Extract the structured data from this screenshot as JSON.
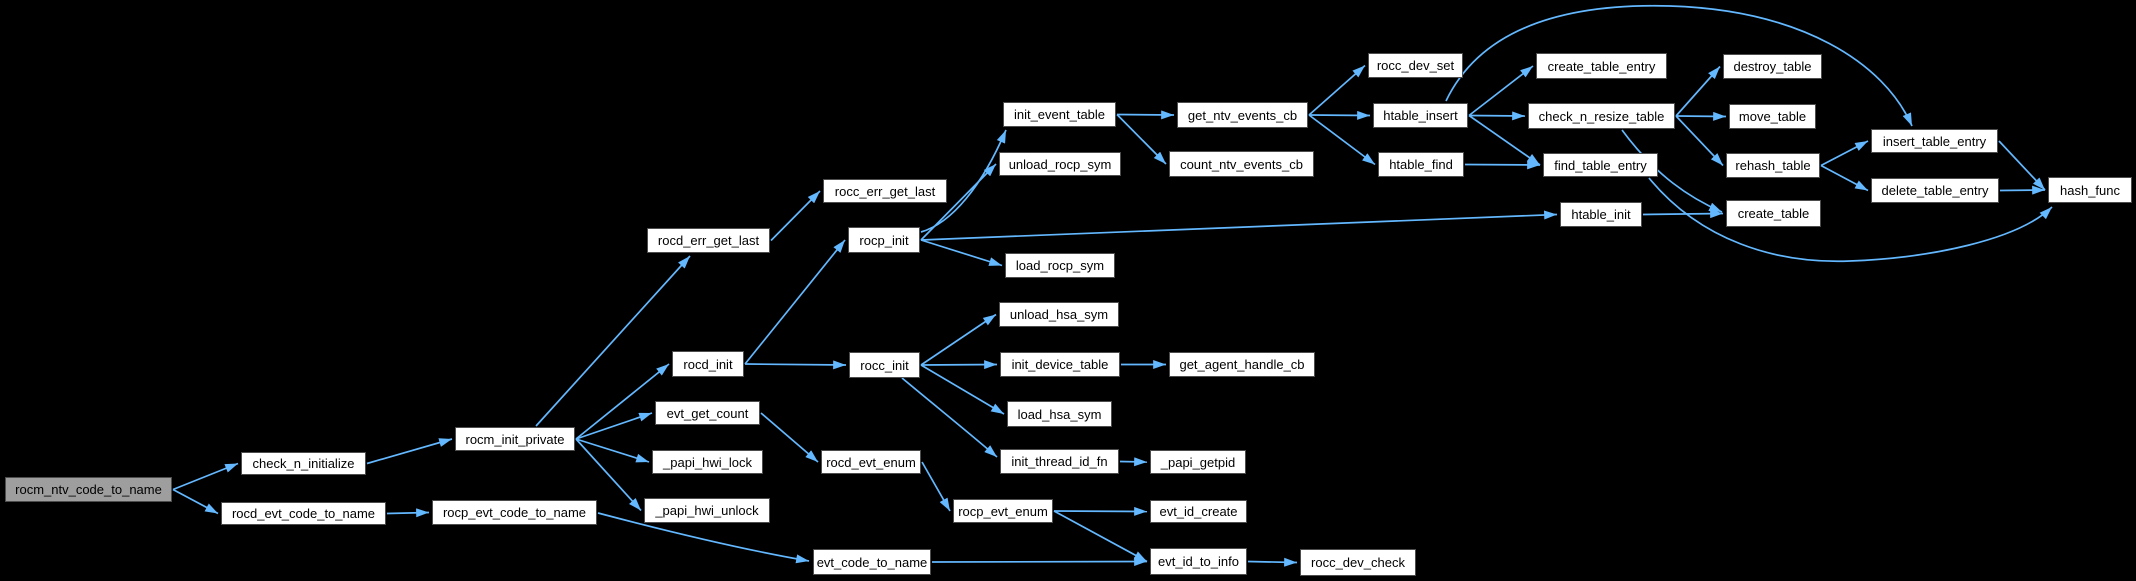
{
  "diagram": {
    "type": "call-graph",
    "root": "rocm_ntv_code_to_name",
    "background": "#000000",
    "node_fill": "#ffffff",
    "node_border": "#4d4d4d",
    "node_text_color": "#000000",
    "root_node_fill": "#9e9e9e",
    "edge_color": "#63b8ff"
  },
  "nodes": [
    {
      "id": "rocm_ntv_code_to_name",
      "label": "rocm_ntv_code_to_name"
    },
    {
      "id": "check_n_initialize",
      "label": "check_n_initialize"
    },
    {
      "id": "rocd_evt_code_to_name",
      "label": "rocd_evt_code_to_name"
    },
    {
      "id": "rocm_init_private",
      "label": "rocm_init_private"
    },
    {
      "id": "rocp_evt_code_to_name",
      "label": "rocp_evt_code_to_name"
    },
    {
      "id": "rocd_err_get_last",
      "label": "rocd_err_get_last"
    },
    {
      "id": "rocd_init",
      "label": "rocd_init"
    },
    {
      "id": "evt_get_count",
      "label": "evt_get_count"
    },
    {
      "id": "_papi_hwi_lock",
      "label": "_papi_hwi_lock"
    },
    {
      "id": "_papi_hwi_unlock",
      "label": "_papi_hwi_unlock"
    },
    {
      "id": "rocc_err_get_last",
      "label": "rocc_err_get_last"
    },
    {
      "id": "rocp_init",
      "label": "rocp_init"
    },
    {
      "id": "rocc_init",
      "label": "rocc_init"
    },
    {
      "id": "rocd_evt_enum",
      "label": "rocd_evt_enum"
    },
    {
      "id": "evt_code_to_name",
      "label": "evt_code_to_name"
    },
    {
      "id": "rocp_evt_enum",
      "label": "rocp_evt_enum"
    },
    {
      "id": "init_event_table",
      "label": "init_event_table"
    },
    {
      "id": "unload_rocp_sym",
      "label": "unload_rocp_sym"
    },
    {
      "id": "load_rocp_sym",
      "label": "load_rocp_sym"
    },
    {
      "id": "unload_hsa_sym",
      "label": "unload_hsa_sym"
    },
    {
      "id": "init_device_table",
      "label": "init_device_table"
    },
    {
      "id": "load_hsa_sym",
      "label": "load_hsa_sym"
    },
    {
      "id": "init_thread_id_fn",
      "label": "init_thread_id_fn"
    },
    {
      "id": "get_ntv_events_cb",
      "label": "get_ntv_events_cb"
    },
    {
      "id": "count_ntv_events_cb",
      "label": "count_ntv_events_cb"
    },
    {
      "id": "get_agent_handle_cb",
      "label": "get_agent_handle_cb"
    },
    {
      "id": "_papi_getpid",
      "label": "_papi_getpid"
    },
    {
      "id": "evt_id_create",
      "label": "evt_id_create"
    },
    {
      "id": "evt_id_to_info",
      "label": "evt_id_to_info"
    },
    {
      "id": "rocc_dev_check",
      "label": "rocc_dev_check"
    },
    {
      "id": "rocc_dev_set",
      "label": "rocc_dev_set"
    },
    {
      "id": "htable_insert",
      "label": "htable_insert"
    },
    {
      "id": "htable_find",
      "label": "htable_find"
    },
    {
      "id": "htable_init",
      "label": "htable_init"
    },
    {
      "id": "create_table_entry",
      "label": "create_table_entry"
    },
    {
      "id": "check_n_resize_table",
      "label": "check_n_resize_table"
    },
    {
      "id": "find_table_entry",
      "label": "find_table_entry"
    },
    {
      "id": "destroy_table",
      "label": "destroy_table"
    },
    {
      "id": "move_table",
      "label": "move_table"
    },
    {
      "id": "rehash_table",
      "label": "rehash_table"
    },
    {
      "id": "create_table",
      "label": "create_table"
    },
    {
      "id": "insert_table_entry",
      "label": "insert_table_entry"
    },
    {
      "id": "delete_table_entry",
      "label": "delete_table_entry"
    },
    {
      "id": "hash_func",
      "label": "hash_func"
    }
  ],
  "edges": [
    {
      "from": "rocm_ntv_code_to_name",
      "to": "check_n_initialize"
    },
    {
      "from": "rocm_ntv_code_to_name",
      "to": "rocd_evt_code_to_name"
    },
    {
      "from": "check_n_initialize",
      "to": "rocm_init_private"
    },
    {
      "from": "rocd_evt_code_to_name",
      "to": "rocp_evt_code_to_name"
    },
    {
      "from": "rocp_evt_code_to_name",
      "to": "evt_code_to_name"
    },
    {
      "from": "rocm_init_private",
      "to": "rocd_err_get_last"
    },
    {
      "from": "rocm_init_private",
      "to": "rocd_init"
    },
    {
      "from": "rocm_init_private",
      "to": "evt_get_count"
    },
    {
      "from": "rocm_init_private",
      "to": "_papi_hwi_lock"
    },
    {
      "from": "rocm_init_private",
      "to": "_papi_hwi_unlock"
    },
    {
      "from": "rocd_err_get_last",
      "to": "rocc_err_get_last"
    },
    {
      "from": "rocd_init",
      "to": "rocp_init"
    },
    {
      "from": "rocd_init",
      "to": "rocc_init"
    },
    {
      "from": "evt_get_count",
      "to": "rocd_evt_enum"
    },
    {
      "from": "rocp_init",
      "to": "init_event_table"
    },
    {
      "from": "rocp_init",
      "to": "unload_rocp_sym"
    },
    {
      "from": "rocp_init",
      "to": "load_rocp_sym"
    },
    {
      "from": "rocp_init",
      "to": "htable_init"
    },
    {
      "from": "rocc_init",
      "to": "unload_hsa_sym"
    },
    {
      "from": "rocc_init",
      "to": "init_device_table"
    },
    {
      "from": "rocc_init",
      "to": "load_hsa_sym"
    },
    {
      "from": "rocc_init",
      "to": "init_thread_id_fn"
    },
    {
      "from": "init_event_table",
      "to": "get_ntv_events_cb"
    },
    {
      "from": "init_event_table",
      "to": "count_ntv_events_cb"
    },
    {
      "from": "init_device_table",
      "to": "get_agent_handle_cb"
    },
    {
      "from": "init_thread_id_fn",
      "to": "_papi_getpid"
    },
    {
      "from": "rocd_evt_enum",
      "to": "rocp_evt_enum"
    },
    {
      "from": "rocp_evt_enum",
      "to": "evt_id_create"
    },
    {
      "from": "rocp_evt_enum",
      "to": "evt_id_to_info"
    },
    {
      "from": "evt_code_to_name",
      "to": "evt_id_to_info"
    },
    {
      "from": "evt_id_to_info",
      "to": "rocc_dev_check"
    },
    {
      "from": "get_ntv_events_cb",
      "to": "rocc_dev_set"
    },
    {
      "from": "get_ntv_events_cb",
      "to": "htable_insert"
    },
    {
      "from": "get_ntv_events_cb",
      "to": "htable_find"
    },
    {
      "from": "htable_insert",
      "to": "create_table_entry"
    },
    {
      "from": "htable_insert",
      "to": "check_n_resize_table"
    },
    {
      "from": "htable_insert",
      "to": "find_table_entry"
    },
    {
      "from": "htable_insert",
      "to": "insert_table_entry"
    },
    {
      "from": "htable_find",
      "to": "find_table_entry"
    },
    {
      "from": "htable_init",
      "to": "create_table"
    },
    {
      "from": "check_n_resize_table",
      "to": "destroy_table"
    },
    {
      "from": "check_n_resize_table",
      "to": "move_table"
    },
    {
      "from": "check_n_resize_table",
      "to": "rehash_table"
    },
    {
      "from": "check_n_resize_table",
      "to": "create_table"
    },
    {
      "from": "rehash_table",
      "to": "insert_table_entry"
    },
    {
      "from": "rehash_table",
      "to": "delete_table_entry"
    },
    {
      "from": "find_table_entry",
      "to": "hash_func"
    },
    {
      "from": "insert_table_entry",
      "to": "hash_func"
    },
    {
      "from": "delete_table_entry",
      "to": "hash_func"
    }
  ]
}
